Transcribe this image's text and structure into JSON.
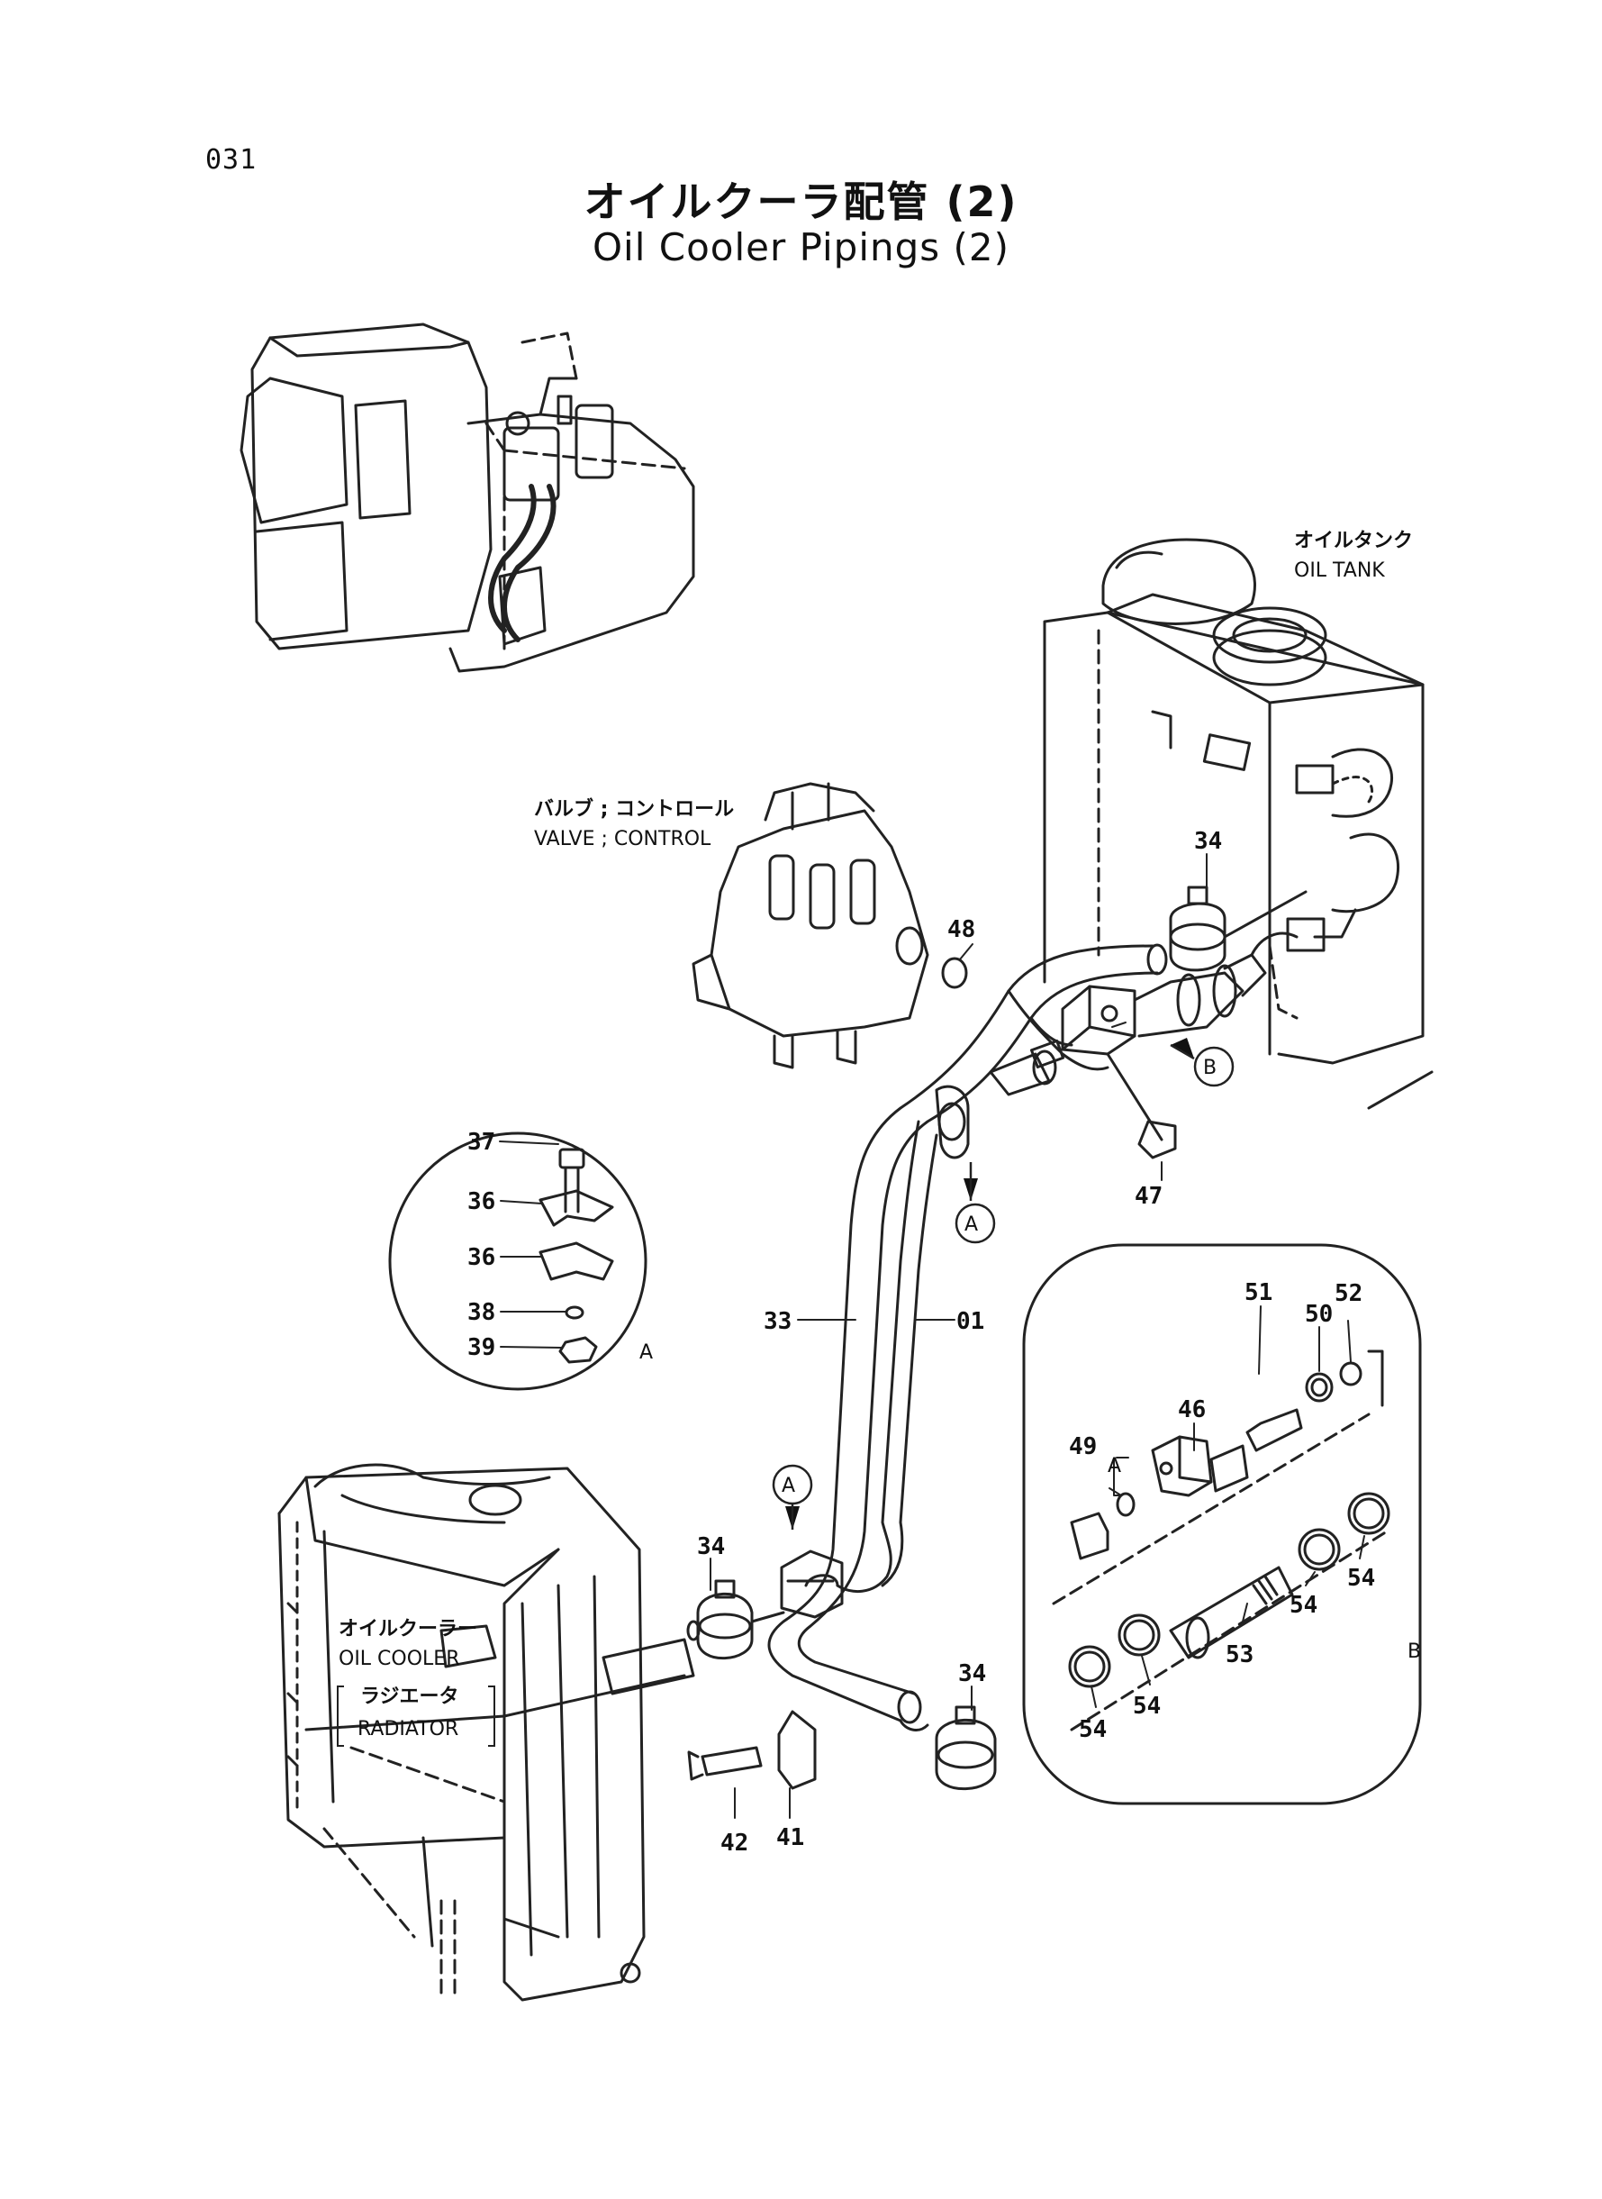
{
  "page_number": "031",
  "title_jp": "オイルクーラ配管 (2)",
  "title_en": "Oil Cooler Pipings (2)",
  "components": {
    "oil_tank_jp": "オイルタンク",
    "oil_tank_en": "OIL TANK",
    "valve_jp": "バルブ ; コントロール",
    "valve_en": "VALVE ; CONTROL",
    "oil_cooler_jp": "オイルクーラー",
    "oil_cooler_en": "OIL COOLER",
    "radiator_jp": "ラジエータ",
    "radiator_en": "RADIATOR"
  },
  "detail_refs": {
    "a": "A",
    "b": "B"
  },
  "parts": {
    "p01": "01",
    "p33": "33",
    "p34": "34",
    "p36": "36",
    "p37": "37",
    "p38": "38",
    "p39": "39",
    "p41": "41",
    "p42": "42",
    "p46": "46",
    "p47": "47",
    "p48": "48",
    "p49": "49",
    "p50": "50",
    "p51": "51",
    "p52": "52",
    "p53": "53",
    "p54": "54"
  }
}
